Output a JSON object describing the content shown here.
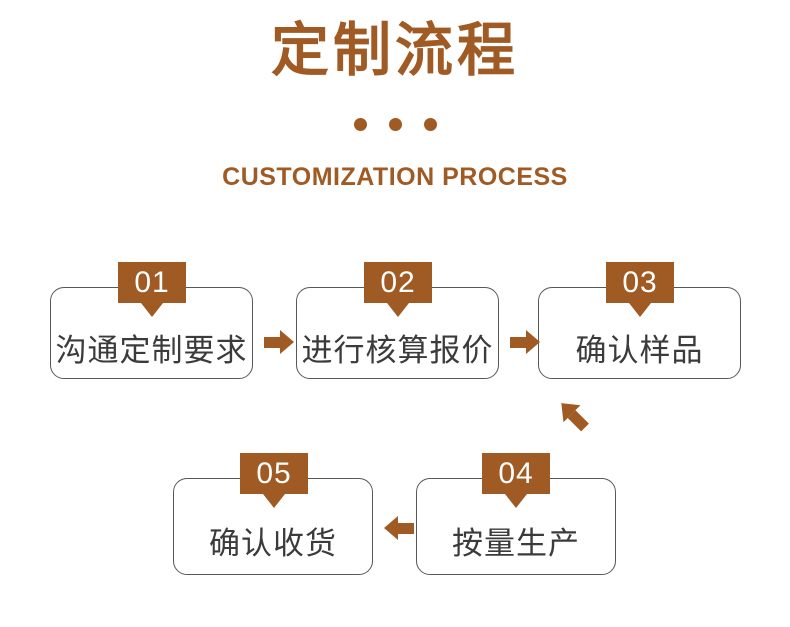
{
  "header": {
    "title": "定制流程",
    "subtitle": "CUSTOMIZATION PROCESS",
    "divider_dots": 3,
    "accent_color": "#a05a23"
  },
  "flow": {
    "box_border_color": "#585858",
    "box_text_color": "#3b3b3b",
    "badge_bg_color": "#a05a23",
    "badge_text_color": "#ffffff",
    "steps": [
      {
        "number": "01",
        "label": "沟通定制要求"
      },
      {
        "number": "02",
        "label": "进行核算报价"
      },
      {
        "number": "03",
        "label": "确认样品"
      },
      {
        "number": "04",
        "label": "按量生产"
      },
      {
        "number": "05",
        "label": "确认收货"
      }
    ],
    "connectors": [
      {
        "name": "arrow-step1-to-step2",
        "direction": "right"
      },
      {
        "name": "arrow-step2-to-step3",
        "direction": "right"
      },
      {
        "name": "arrow-step3-to-step4",
        "direction": "down-left"
      },
      {
        "name": "arrow-step4-to-step5",
        "direction": "left"
      }
    ]
  }
}
